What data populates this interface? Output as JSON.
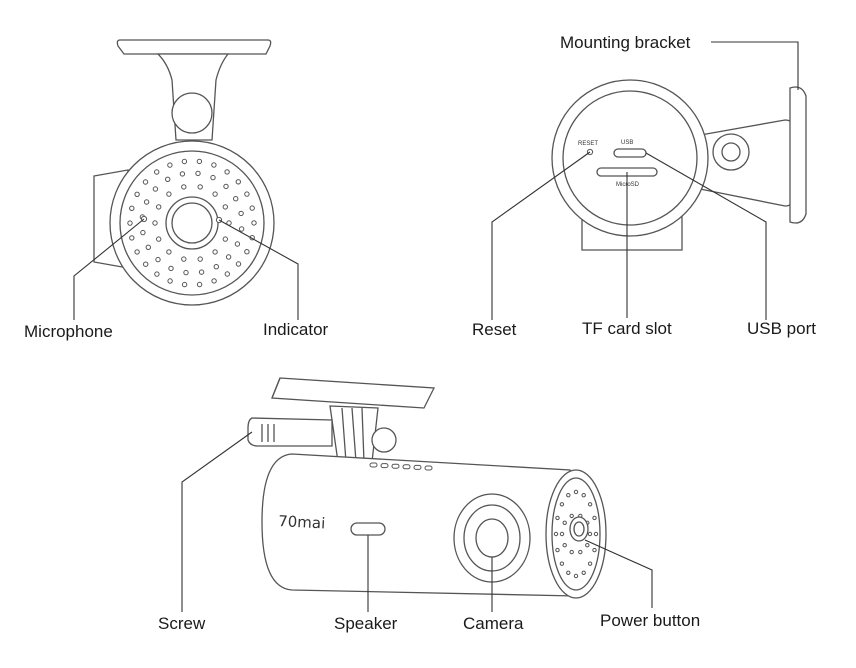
{
  "labels": {
    "microphone": "Microphone",
    "indicator": "Indicator",
    "mounting_bracket": "Mounting bracket",
    "reset": "Reset",
    "tf_card_slot": "TF card slot",
    "usb_port": "USB port",
    "screw": "Screw",
    "speaker": "Speaker",
    "camera": "Camera",
    "power_button": "Power button"
  },
  "device_markings": {
    "reset": "RESET",
    "usb": "USB",
    "microsd": "MicroSD",
    "brand": "70mai"
  }
}
